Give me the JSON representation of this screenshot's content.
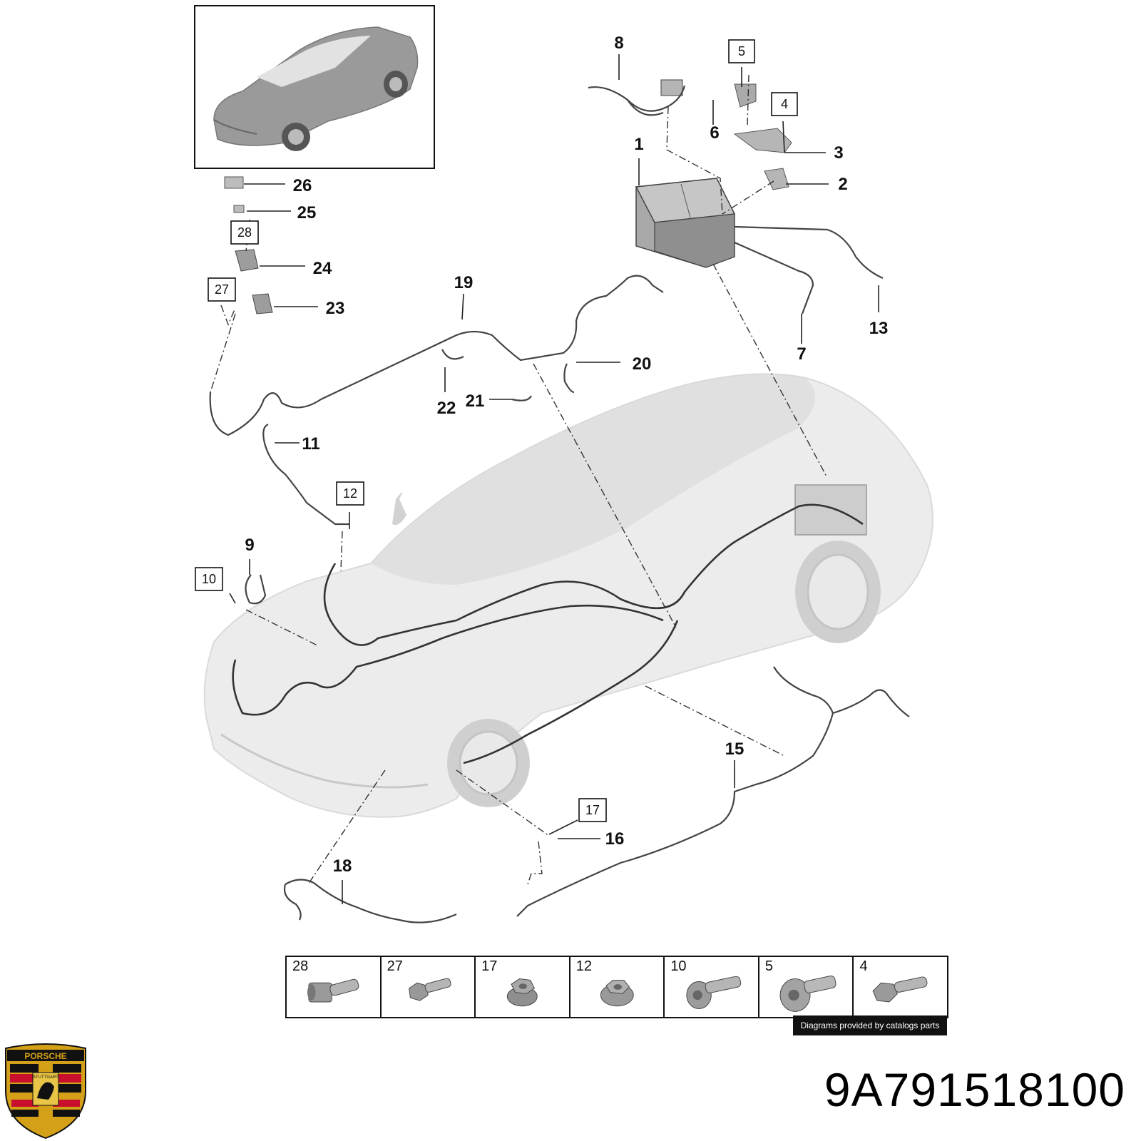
{
  "part_number": "9A791518100",
  "credit": "Diagrams provided by catalogs parts",
  "logo": {
    "name": "porsche-crest",
    "wordmark": "PORSCHE",
    "city": "STUTTGART"
  },
  "callouts": {
    "c1": "1",
    "c2": "2",
    "c3": "3",
    "c6": "6",
    "c7": "7",
    "c8": "8",
    "c9": "9",
    "c11": "11",
    "c13": "13",
    "c15": "15",
    "c16": "16",
    "c18": "18",
    "c19": "19",
    "c20": "20",
    "c21": "21",
    "c22": "22",
    "c23": "23",
    "c24": "24",
    "c25": "25",
    "c26": "26"
  },
  "boxed_callouts": {
    "b4": "4",
    "b5": "5",
    "b10": "10",
    "b12": "12",
    "b17": "17",
    "b27": "27",
    "b28": "28"
  },
  "fastener_table": [
    {
      "number": "28",
      "icon": "hex-socket-bolt-icon"
    },
    {
      "number": "27",
      "icon": "hex-flange-bolt-icon"
    },
    {
      "number": "17",
      "icon": "hex-nut-icon"
    },
    {
      "number": "12",
      "icon": "flange-nut-icon"
    },
    {
      "number": "10",
      "icon": "torx-bolt-icon"
    },
    {
      "number": "5",
      "icon": "torx-flange-bolt-icon"
    },
    {
      "number": "4",
      "icon": "hex-bolt-icon"
    }
  ],
  "colors": {
    "line": "#222222",
    "car": "#ececec",
    "accent_red": "#c8102e",
    "accent_gold": "#d4a017"
  }
}
